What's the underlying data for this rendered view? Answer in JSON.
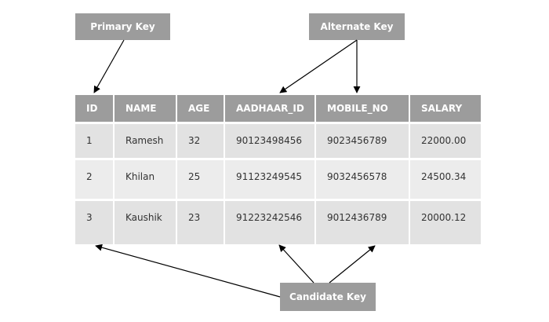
{
  "labels": {
    "primary_key": "Primary Key",
    "alternate_key": "Alternate Key",
    "candidate_key": "Candidate Key"
  },
  "table": {
    "headers": [
      "ID",
      "NAME",
      "AGE",
      "AADHAAR_ID",
      "MOBILE_NO",
      "SALARY"
    ],
    "rows": [
      [
        "1",
        "Ramesh",
        "32",
        "90123498456",
        "9023456789",
        "22000.00"
      ],
      [
        "2",
        "Khilan",
        "25",
        "91123249545",
        "9032456578",
        "24500.34"
      ],
      [
        "3",
        "Kaushik",
        "23",
        "91223242546",
        "9012436789",
        "20000.12"
      ]
    ]
  },
  "colors": {
    "header_fill": "#9c9c9c",
    "cell_fill": "#e2e2e2",
    "cell_fill_alt": "#ececec",
    "arrow": "#000000"
  }
}
